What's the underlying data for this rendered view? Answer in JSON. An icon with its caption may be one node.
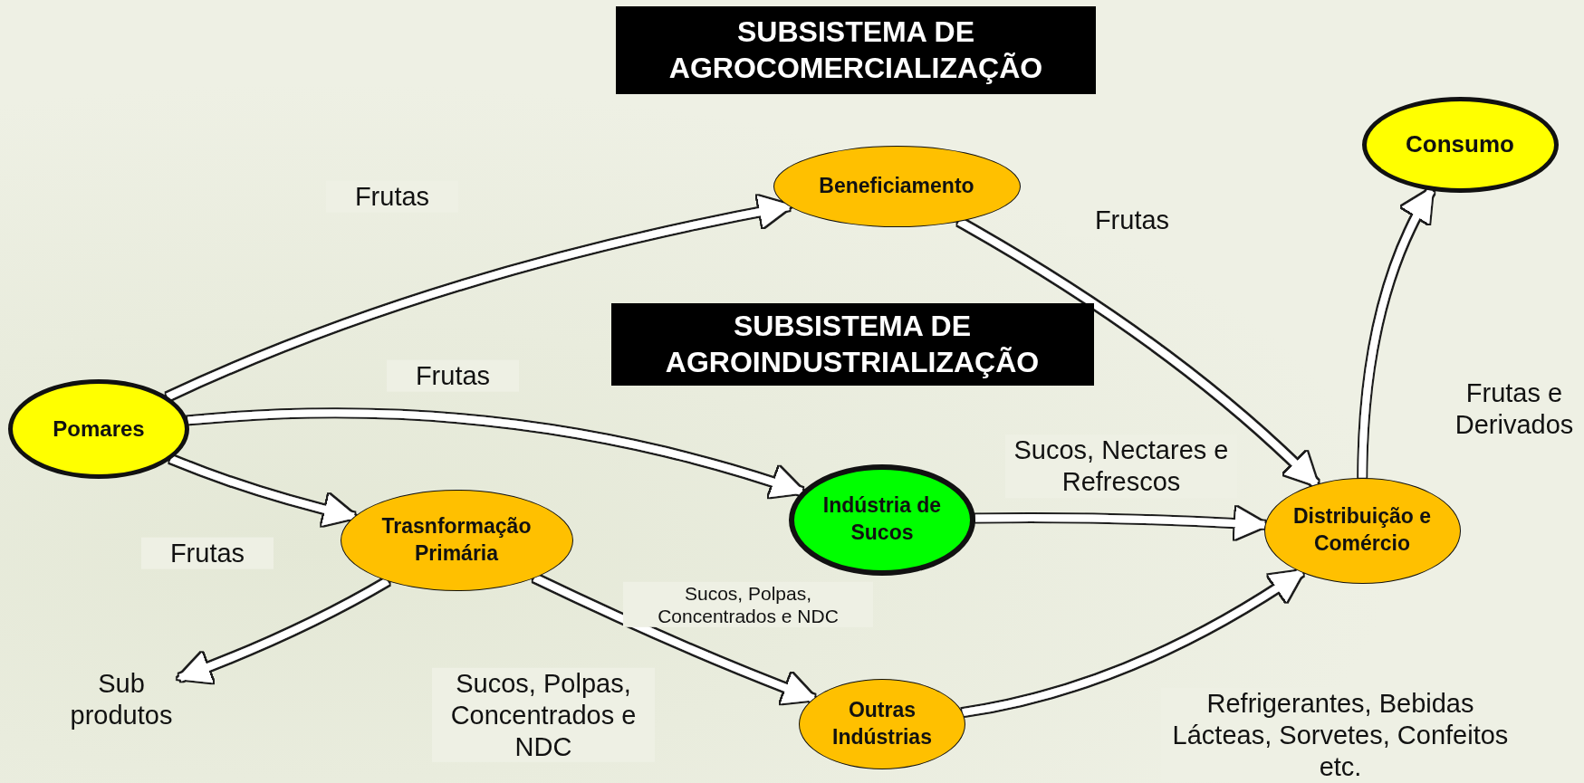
{
  "diagram": {
    "nodes": [
      {
        "text": [
          "SUBSISTEMA DE AGROCOMERCIALIZAÇÃO"
        ]
      },
      {
        "text": [
          "Consumo"
        ]
      },
      {
        "text": [
          "Beneficiamento"
        ]
      },
      {
        "text": [
          "SUBSISTEMA DE AGROINDUSTRIALIZAÇÃO"
        ]
      },
      {
        "text": [
          "Pomares"
        ]
      },
      {
        "text": [
          "Indústria de Sucos"
        ]
      },
      {
        "text": [
          "Trasnformação Primária"
        ]
      },
      {
        "text": [
          "Distribuição e Comércio"
        ]
      },
      {
        "text": [
          "Outras Indústrias"
        ]
      },
      {
        "text": [
          "Sub produtos"
        ]
      }
    ],
    "edges": [
      {
        "from": 4,
        "to": 2,
        "arrow": "to",
        "label": "Frutas"
      },
      {
        "from": 4,
        "to": 5,
        "arrow": "to",
        "label": "Frutas"
      },
      {
        "from": 4,
        "to": 6,
        "arrow": "to",
        "label": "Frutas"
      },
      {
        "from": 2,
        "to": 7,
        "arrow": "to",
        "label": "Frutas"
      },
      {
        "from": 5,
        "to": 7,
        "arrow": "to",
        "label": "Sucos, Nectares e Refrescos"
      },
      {
        "from": 6,
        "to": 8,
        "arrow": "to",
        "label": "Sucos, Polpas, Concentrados e NDC"
      },
      {
        "from": 6,
        "to": 9,
        "arrow": "to"
      },
      {
        "from": 8,
        "to": 7,
        "arrow": "to",
        "label": "Refrigerantes, Bebidas Lácteas, Sorvetes, Confeitos etc."
      },
      {
        "from": 7,
        "to": 1,
        "arrow": "to",
        "label": "Frutas e Derivados"
      }
    ],
    "labels": [
      "Sucos, Polpas, Concentrados e NDC"
    ]
  }
}
